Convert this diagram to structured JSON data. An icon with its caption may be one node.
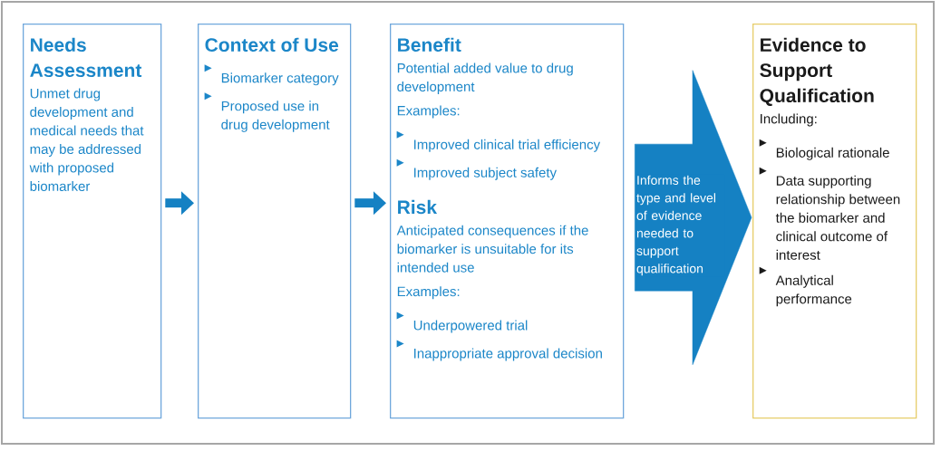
{
  "diagram": {
    "nodes": [
      {
        "text": [
          "Needs Assessment",
          "Unmet drug development and medical needs that may be addressed with proposed biomarker"
        ]
      },
      {
        "text": [
          "Context of Use",
          "Biomarker category",
          "Proposed use in drug development"
        ]
      },
      {
        "text": [
          "Benefit",
          "Potential added value to drug development",
          "Examples:",
          "Improved clinical trial efficiency",
          "Improved subject safety",
          "Risk",
          "Anticipated consequences if the biomarker is unsuitable for its intended use",
          "Examples:",
          "Underpowered trial",
          "Inappropriate approval decision"
        ]
      },
      {
        "text": [
          "Evidence to Support Qualification",
          "Including:",
          "Biological rationale",
          "Data supporting relationship between the biomarker and clinical outcome of interest",
          "Analytical performance"
        ]
      }
    ],
    "edges": [
      {
        "from": 0,
        "to": 1,
        "arrow": "to"
      },
      {
        "from": 1,
        "to": 2,
        "arrow": "to"
      },
      {
        "from": 2,
        "to": 3,
        "arrow": "to",
        "style": "thick",
        "label": "Informs the type and level of evidence needed to support qualification"
      }
    ]
  }
}
